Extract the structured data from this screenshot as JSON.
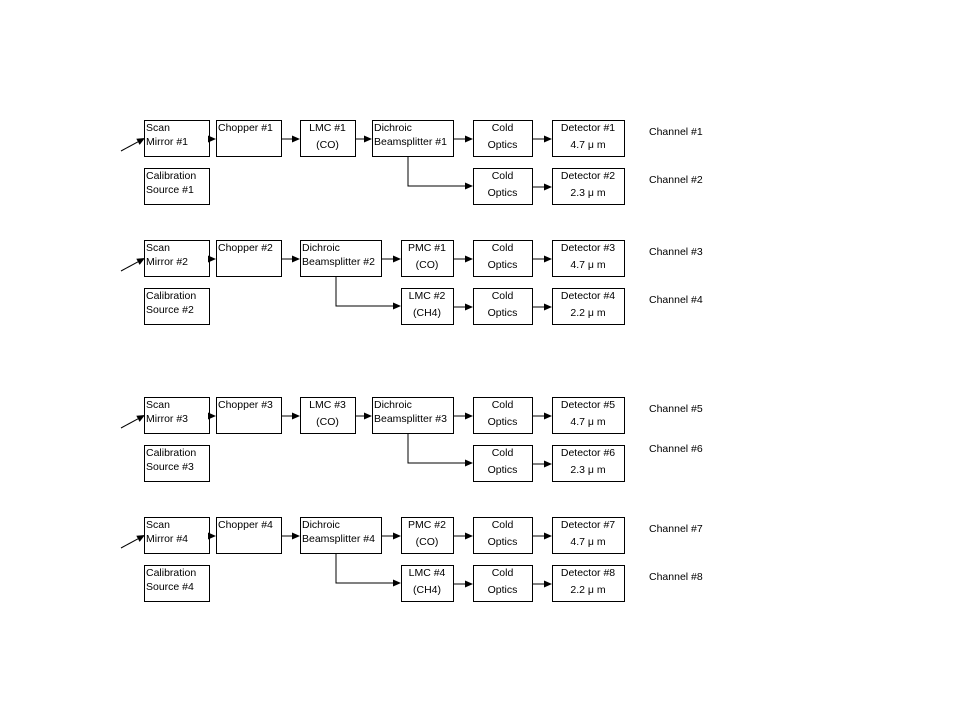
{
  "groups": [
    {
      "scan_mirror": [
        "Scan",
        "Mirror #1"
      ],
      "calibration": [
        "Calibration",
        "Source #1"
      ],
      "chopper": [
        "Chopper #1"
      ],
      "path": "lmc",
      "p1": [
        "LMC #1",
        "(CO)"
      ],
      "beamsplitter": [
        "Dichroic",
        "Beamsplitter #1"
      ],
      "p2": null,
      "optics_a": [
        "Cold",
        "Optics"
      ],
      "optics_b": [
        "Cold",
        "Optics"
      ],
      "detector_a": [
        "Detector #1",
        "4.7 μ m"
      ],
      "detector_b": [
        "Detector #2",
        "2.3 μ m"
      ],
      "channel_a": "Channel #1",
      "channel_b": "Channel #2"
    },
    {
      "scan_mirror": [
        "Scan",
        "Mirror #2"
      ],
      "calibration": [
        "Calibration",
        "Source #2"
      ],
      "chopper": [
        "Chopper #2"
      ],
      "path": "pmc",
      "p1": [
        "PMC #1",
        "(CO)"
      ],
      "beamsplitter": [
        "Dichroic",
        "Beamsplitter #2"
      ],
      "p2": [
        "LMC #2",
        "(CH4)"
      ],
      "optics_a": [
        "Cold",
        "Optics"
      ],
      "optics_b": [
        "Cold",
        "Optics"
      ],
      "detector_a": [
        "Detector #3",
        "4.7 μ m"
      ],
      "detector_b": [
        "Detector #4",
        "2.2 μ m"
      ],
      "channel_a": "Channel #3",
      "channel_b": "Channel #4"
    },
    {
      "scan_mirror": [
        "Scan",
        "Mirror #3"
      ],
      "calibration": [
        "Calibration",
        "Source #3"
      ],
      "chopper": [
        "Chopper #3"
      ],
      "path": "lmc",
      "p1": [
        "LMC #3",
        "(CO)"
      ],
      "beamsplitter": [
        "Dichroic",
        "Beamsplitter #3"
      ],
      "p2": null,
      "optics_a": [
        "Cold",
        "Optics"
      ],
      "optics_b": [
        "Cold",
        "Optics"
      ],
      "detector_a": [
        "Detector #5",
        "4.7 μ m"
      ],
      "detector_b": [
        "Detector #6",
        "2.3 μ m"
      ],
      "channel_a": "Channel #5",
      "channel_b": "Channel #6"
    },
    {
      "scan_mirror": [
        "Scan",
        "Mirror #4"
      ],
      "calibration": [
        "Calibration",
        "Source #4"
      ],
      "chopper": [
        "Chopper #4"
      ],
      "path": "pmc",
      "p1": [
        "PMC #2",
        "(CO)"
      ],
      "beamsplitter": [
        "Dichroic",
        "Beamsplitter #4"
      ],
      "p2": [
        "LMC #4",
        "(CH4)"
      ],
      "optics_a": [
        "Cold",
        "Optics"
      ],
      "optics_b": [
        "Cold",
        "Optics"
      ],
      "detector_a": [
        "Detector #7",
        "4.7 μ m"
      ],
      "detector_b": [
        "Detector #8",
        "2.2 μ m"
      ],
      "channel_a": "Channel #7",
      "channel_b": "Channel #8"
    }
  ]
}
